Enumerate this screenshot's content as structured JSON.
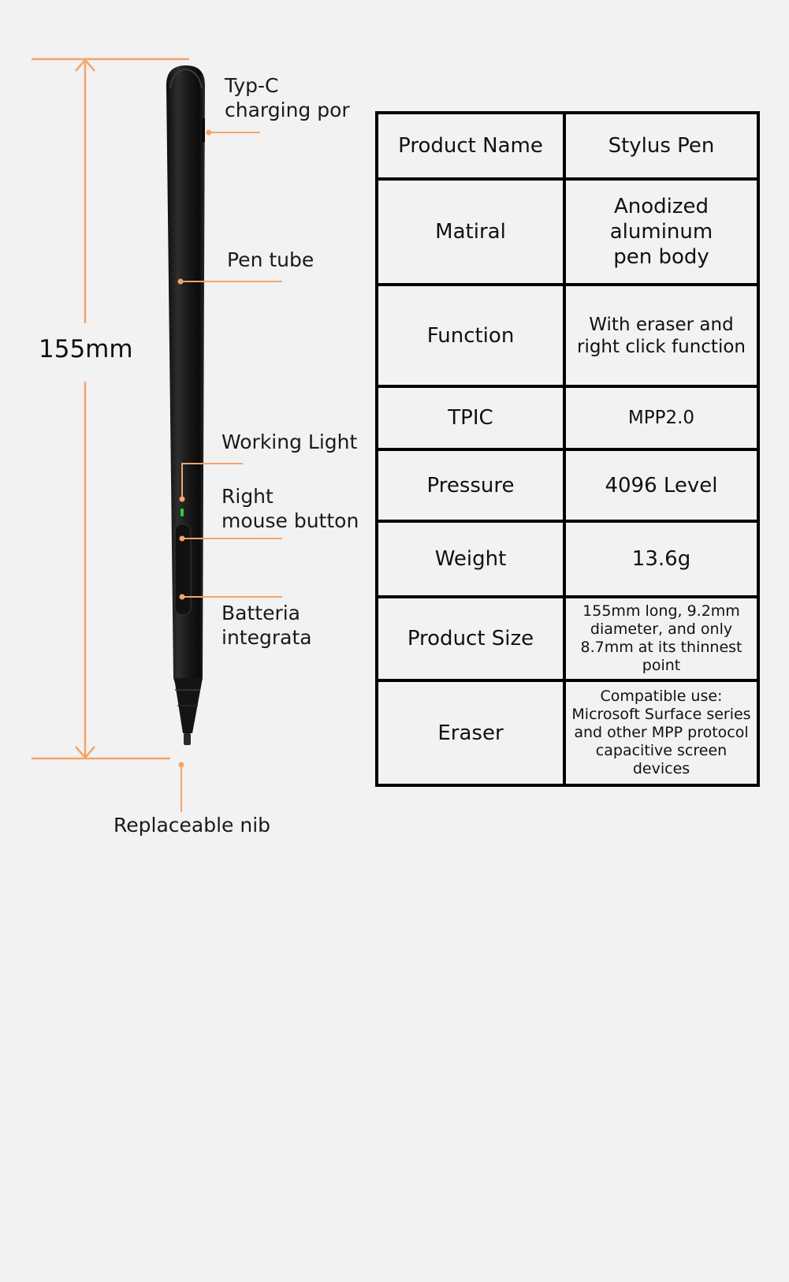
{
  "dimension": {
    "label": "155mm"
  },
  "callouts": {
    "typc": {
      "line1": "Typ-C",
      "line2": "charging por"
    },
    "tube": {
      "line1": "Pen tube"
    },
    "light": {
      "line1": "Working Light"
    },
    "rmb": {
      "line1": "Right",
      "line2": "mouse button"
    },
    "battery": {
      "line1": "Batteria",
      "line2": "integrata"
    },
    "nib": {
      "line1": "Replaceable nib"
    }
  },
  "colors": {
    "accent": "#f4a46a",
    "pen": "#1c1c1c",
    "light": "#2ecc40"
  },
  "specs": {
    "rows": [
      {
        "key": "Product Name",
        "value": [
          "Stylus Pen"
        ]
      },
      {
        "key": "Matiral",
        "value": [
          "Anodized",
          "aluminum",
          "pen body"
        ]
      },
      {
        "key": "Function",
        "value": [
          "With eraser and",
          "right click function"
        ]
      },
      {
        "key": "TPIC",
        "value": [
          "MPP2.0"
        ]
      },
      {
        "key": "Pressure",
        "value": [
          "4096 Level"
        ]
      },
      {
        "key": "Weight",
        "value": [
          "13.6g"
        ]
      },
      {
        "key": "Product Size",
        "value": [
          "155mm long, 9.2mm",
          "diameter, and only",
          "8.7mm at its thinnest point"
        ]
      },
      {
        "key": "Eraser",
        "value": [
          "Compatible use:",
          "Microsoft Surface series",
          "and other MPP protocol",
          "capacitive screen devices"
        ]
      }
    ]
  }
}
